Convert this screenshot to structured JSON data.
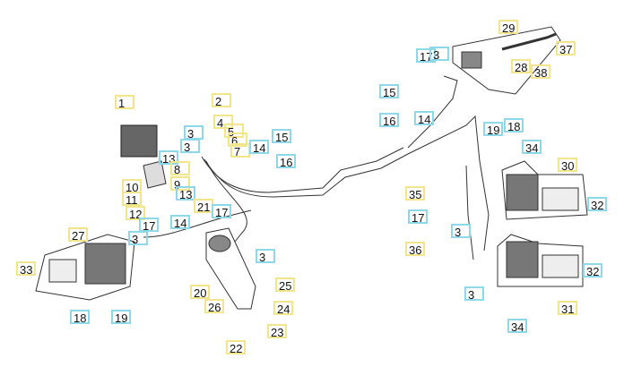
{
  "title": "Brake system parts diagram",
  "colors": {
    "callout_yellow": "#f2e68c",
    "callout_cyan": "#8fd8ea",
    "line": "#333333",
    "part": "#555555"
  },
  "callouts": [
    {
      "n": "1",
      "kind": "y"
    },
    {
      "n": "2",
      "kind": "y"
    },
    {
      "n": "3",
      "kind": "c"
    },
    {
      "n": "3",
      "kind": "c"
    },
    {
      "n": "4",
      "kind": "y"
    },
    {
      "n": "5",
      "kind": "y"
    },
    {
      "n": "6",
      "kind": "y"
    },
    {
      "n": "7",
      "kind": "y"
    },
    {
      "n": "13",
      "kind": "c"
    },
    {
      "n": "8",
      "kind": "y"
    },
    {
      "n": "9",
      "kind": "y"
    },
    {
      "n": "10",
      "kind": "y"
    },
    {
      "n": "13",
      "kind": "c"
    },
    {
      "n": "11",
      "kind": "y"
    },
    {
      "n": "12",
      "kind": "y"
    },
    {
      "n": "21",
      "kind": "y"
    },
    {
      "n": "14",
      "kind": "c"
    },
    {
      "n": "17",
      "kind": "c"
    },
    {
      "n": "17",
      "kind": "c"
    },
    {
      "n": "3",
      "kind": "c"
    },
    {
      "n": "14",
      "kind": "c"
    },
    {
      "n": "15",
      "kind": "c"
    },
    {
      "n": "16",
      "kind": "c"
    },
    {
      "n": "27",
      "kind": "y"
    },
    {
      "n": "33",
      "kind": "y"
    },
    {
      "n": "3",
      "kind": "c"
    },
    {
      "n": "20",
      "kind": "y"
    },
    {
      "n": "26",
      "kind": "y"
    },
    {
      "n": "25",
      "kind": "y"
    },
    {
      "n": "24",
      "kind": "y"
    },
    {
      "n": "23",
      "kind": "y"
    },
    {
      "n": "22",
      "kind": "y"
    },
    {
      "n": "18",
      "kind": "c"
    },
    {
      "n": "19",
      "kind": "c"
    },
    {
      "n": "29",
      "kind": "y"
    },
    {
      "n": "37",
      "kind": "y"
    },
    {
      "n": "28",
      "kind": "y"
    },
    {
      "n": "38",
      "kind": "y"
    },
    {
      "n": "17",
      "kind": "c"
    },
    {
      "n": "3",
      "kind": "c"
    },
    {
      "n": "15",
      "kind": "c"
    },
    {
      "n": "16",
      "kind": "c"
    },
    {
      "n": "14",
      "kind": "c"
    },
    {
      "n": "19",
      "kind": "c"
    },
    {
      "n": "18",
      "kind": "c"
    },
    {
      "n": "34",
      "kind": "c"
    },
    {
      "n": "30",
      "kind": "y"
    },
    {
      "n": "32",
      "kind": "c"
    },
    {
      "n": "35",
      "kind": "y"
    },
    {
      "n": "17",
      "kind": "c"
    },
    {
      "n": "3",
      "kind": "c"
    },
    {
      "n": "36",
      "kind": "y"
    },
    {
      "n": "3",
      "kind": "c"
    },
    {
      "n": "32",
      "kind": "c"
    },
    {
      "n": "31",
      "kind": "y"
    },
    {
      "n": "34",
      "kind": "c"
    }
  ]
}
